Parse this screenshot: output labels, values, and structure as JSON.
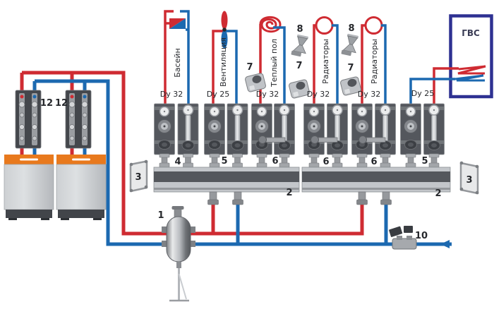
{
  "circuits": [
    {
      "label": "Басейн",
      "dy": "Dy 32",
      "number": "4"
    },
    {
      "label": "Вентиляция",
      "dy": "Dy 25",
      "number": "5"
    },
    {
      "label": "Теплый пол",
      "dy": "Dy 32",
      "number": "6"
    },
    {
      "label": "Радиаторы",
      "dy": "Dy 32",
      "number": "6"
    },
    {
      "label": "Радиаторы",
      "dy": "Dy 32",
      "number": "6"
    },
    {
      "label": "ГВС",
      "dy": "Dy 25",
      "number": "5"
    }
  ],
  "parts": {
    "separator": "1",
    "manifold": "2",
    "bracket": "3",
    "actuator": "7",
    "mixing_valve": "8",
    "makeup_valve": "10",
    "pump_group": "12"
  },
  "colors": {
    "supply": "#cf2b32",
    "return": "#1c69b0",
    "tank_outline": "#2e3192",
    "boiler_accent": "#e8791d"
  }
}
